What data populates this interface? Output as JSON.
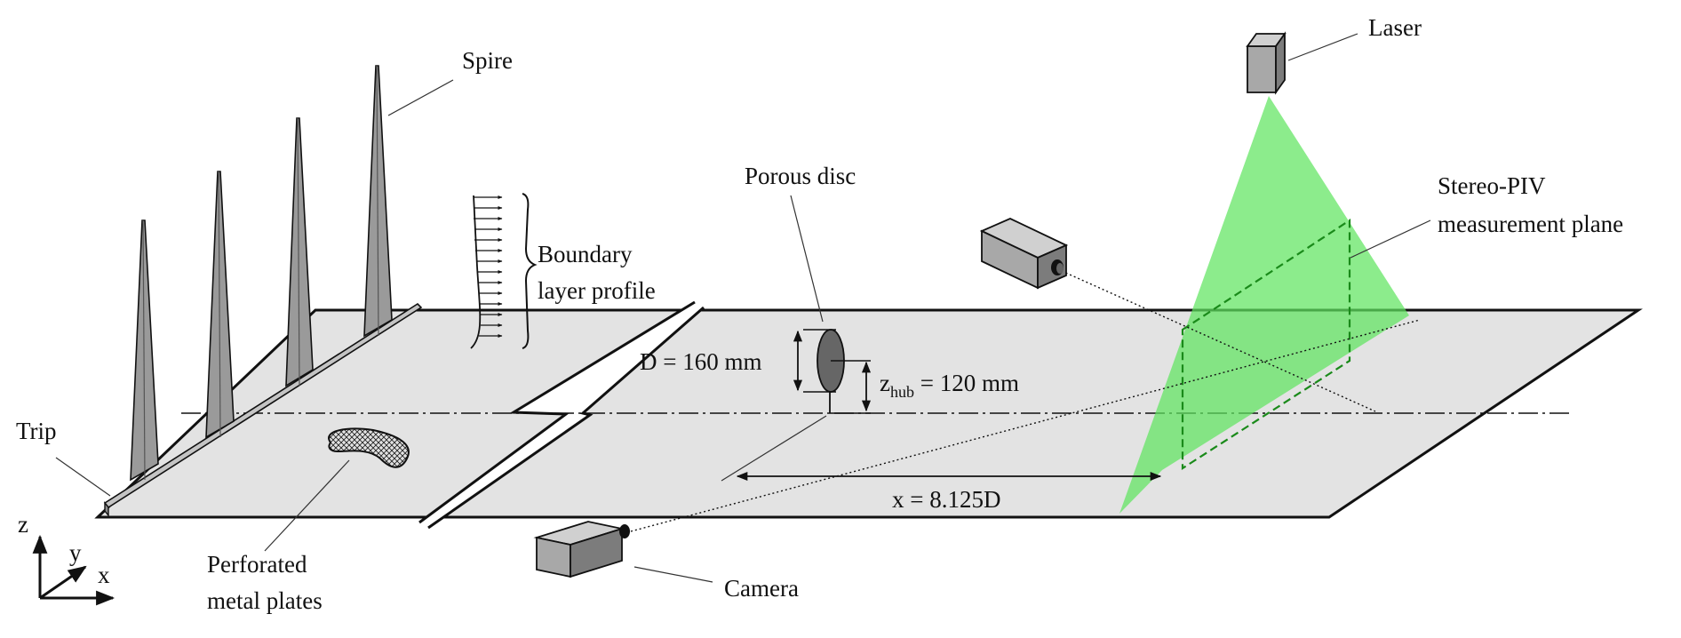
{
  "labels": {
    "spire": "Spire",
    "laser": "Laser",
    "porous_disc": "Porous disc",
    "stereo_piv_line1": "Stereo-PIV",
    "stereo_piv_line2": "measurement plane",
    "boundary_line1": "Boundary",
    "boundary_line2": "layer profile",
    "diameter": "D = 160 mm",
    "z_hub_main": "z",
    "z_hub_sub": "hub",
    "z_hub_value": " = 120 mm",
    "trip": "Trip",
    "distance": "x = 8.125D",
    "perforated_line1": "Perforated",
    "perforated_line2": "metal plates",
    "camera": "Camera",
    "axis_z": "z",
    "axis_y": "y",
    "axis_x": "x"
  },
  "colors": {
    "floor": "#e3e3e3",
    "laser_sheet": "#5fe45f",
    "measurement_plane": "#1a8a1a",
    "spire": "#9a9a9a",
    "device_body": "#a8a8a8",
    "disc": "#666666"
  },
  "icons": {
    "camera": "camera-icon",
    "laser": "laser-icon",
    "axes": "axes-icon"
  }
}
